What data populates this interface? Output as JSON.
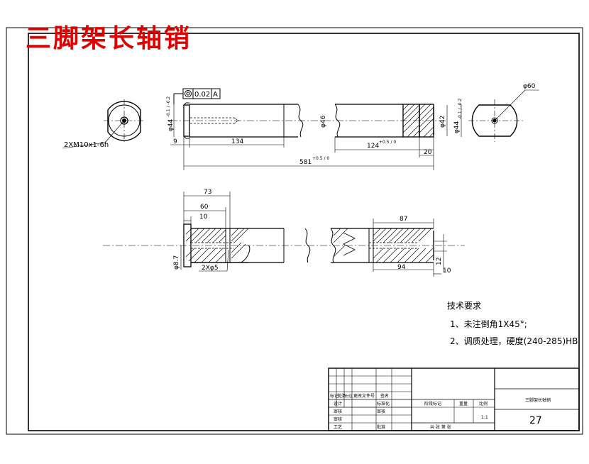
{
  "title": "三脚架长轴销",
  "dims": {
    "flatness": "0.02",
    "datum": "A",
    "phi60": "φ60",
    "d44": "φ44",
    "d44_tol": "-0.1 / -0.2",
    "d46": "φ46",
    "d42": "φ42",
    "d44_right": "φ44",
    "thread": "2XM10x1-6h",
    "len9": "9",
    "len134": "134",
    "len124": "124",
    "len124_tol": "+0.5 / 0",
    "len20": "20",
    "len581": "581",
    "len581_tol": "+0.5 / 0",
    "len73": "73",
    "len60": "60",
    "len10a": "10",
    "len87": "87",
    "len94": "94",
    "len12": "12",
    "len10b": "10",
    "d87": "φ8.7",
    "holes": "2Xφ5"
  },
  "requirements": {
    "heading": "技术要求",
    "item1": "1、未注倒角1X45°;",
    "item2": "2、调质处理，硬度(240-285)HB"
  },
  "titleblock": {
    "mark": "标记",
    "count": "处数",
    "zone": "分区",
    "change_no": "更改文件号",
    "sign": "签名",
    "design": "设计",
    "check": "审核",
    "process": "工艺",
    "standardize": "标准化",
    "approve": "批准",
    "stage_mark": "阶段标记",
    "weight": "重量",
    "scale": "比例",
    "scale_value": "1:1",
    "sheet": "共 张 第 张",
    "part_name": "三脚架长轴销",
    "number": "27"
  }
}
